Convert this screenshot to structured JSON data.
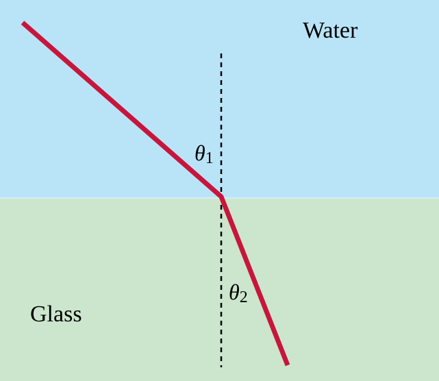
{
  "diagram": {
    "media": [
      {
        "name": "Water",
        "color": "#b9e4f8"
      },
      {
        "name": "Glass",
        "color": "#cbe6cd"
      }
    ],
    "angles": [
      {
        "symbol": "θ",
        "subscript": "1"
      },
      {
        "symbol": "θ",
        "subscript": "2"
      }
    ],
    "colors": {
      "ray": "#c8153c",
      "normal_line": "#000000",
      "interface_edge": "#d7ecf3"
    }
  }
}
